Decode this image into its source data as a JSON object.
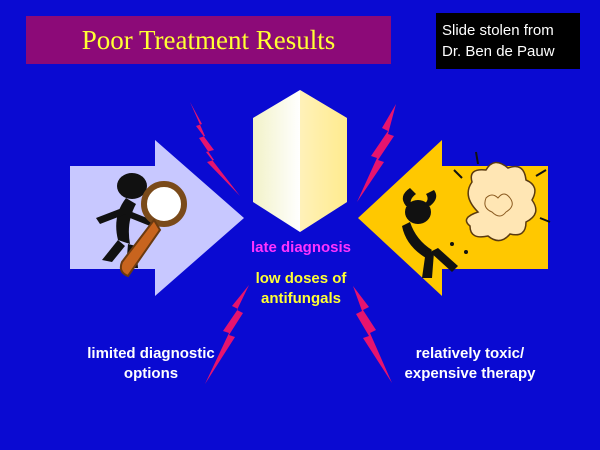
{
  "slide": {
    "title": "Poor Treatment Results",
    "credit_line1": "Slide stolen from",
    "credit_line2": "Dr. Ben de Pauw",
    "center_top_label": "late diagnosis",
    "center_bottom_line1": "low doses of",
    "center_bottom_line2": "antifungals",
    "left_label_line1": "limited diagnostic",
    "left_label_line2": "options",
    "right_label_line1": "relatively toxic/",
    "right_label_line2": "expensive therapy"
  },
  "colors": {
    "background": "#0a0ad2",
    "title_bar": "#8c0a78",
    "title_text": "#ffff33",
    "left_arrow": "#c8c8ff",
    "right_arrow": "#ffc800",
    "lightning": "#e6146e",
    "late_diagnosis": "#ff33ff",
    "low_doses": "#ffff33"
  },
  "icons": {
    "left": "magnifier-figure-icon",
    "right": "explosion-figure-icon",
    "center": "down-arrow-icon",
    "bolts": "lightning-icon"
  }
}
